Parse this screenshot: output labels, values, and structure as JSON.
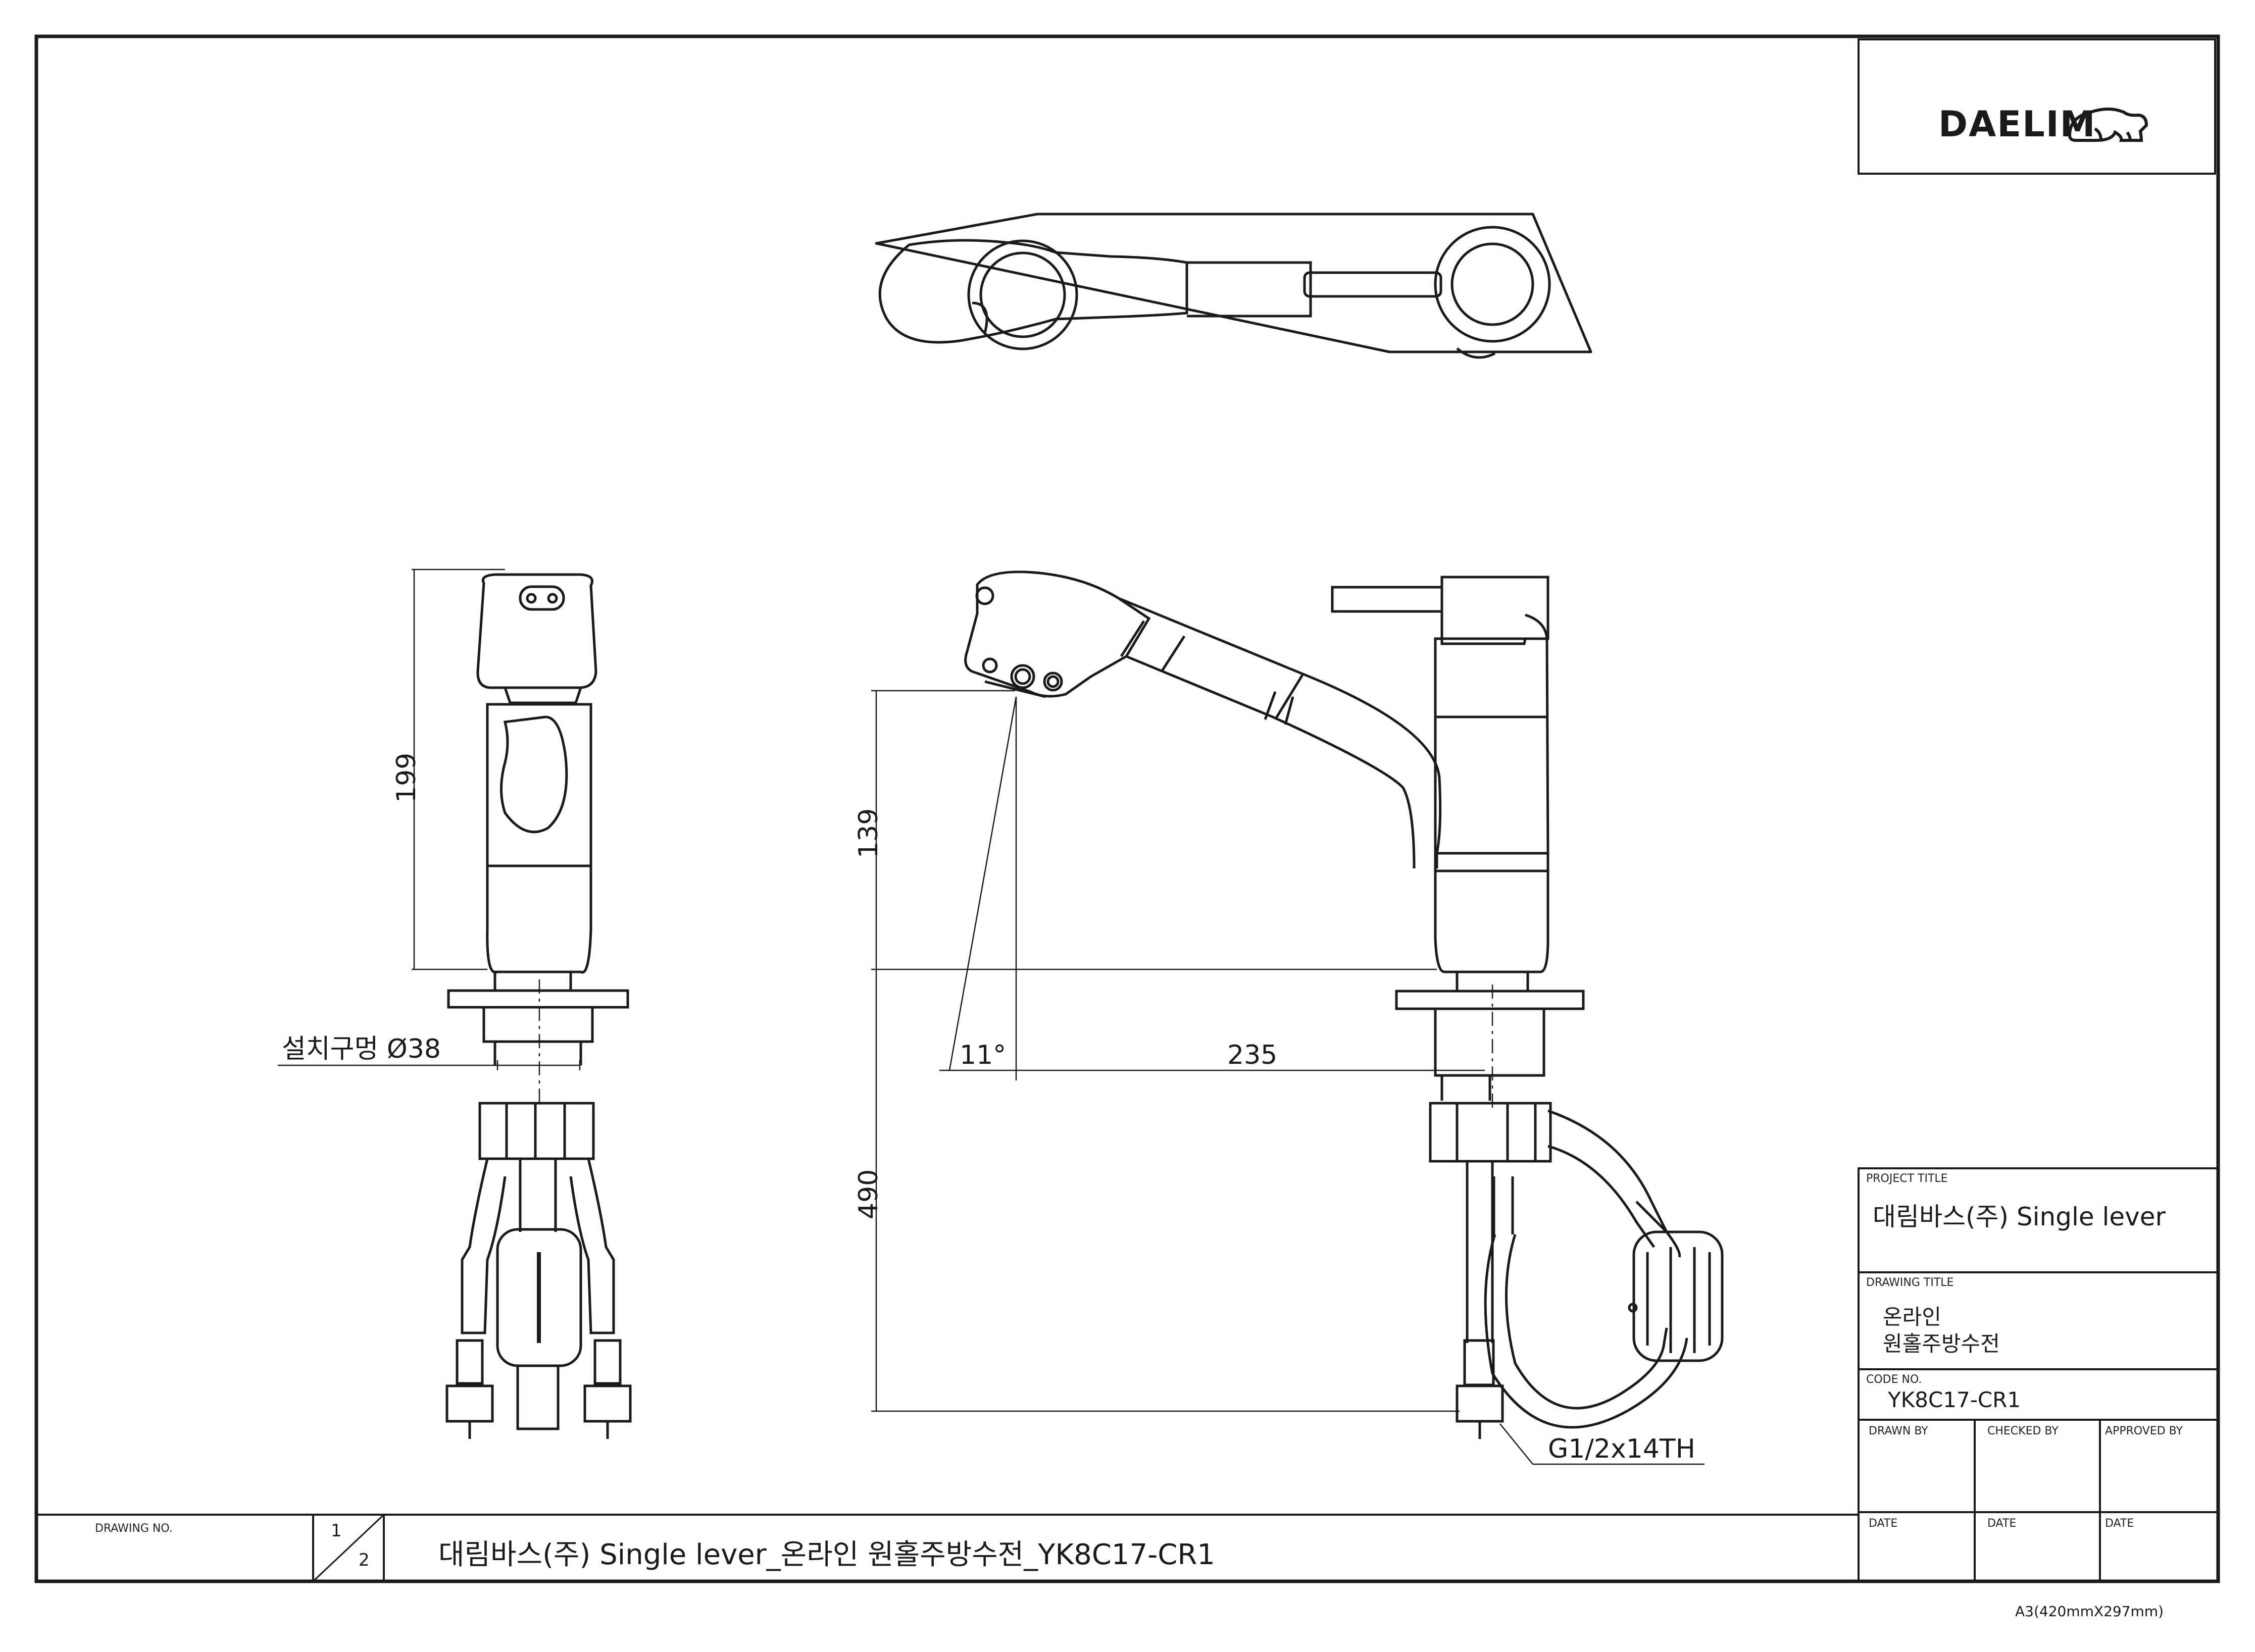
{
  "logo": {
    "text": "DAELIM"
  },
  "dimensions": {
    "front_height": "199",
    "install_hole": "설치구멍 Ø38",
    "spout_height": "139",
    "body_height": "490",
    "spout_reach": "235",
    "angle": "11°",
    "thread": "G1/2x14TH"
  },
  "title_block": {
    "project_title_label": "PROJECT TITLE",
    "project_title": "대림바스(주) Single lever",
    "drawing_title_label": "DRAWING TITLE",
    "drawing_title_line1": "온라인",
    "drawing_title_line2": "원홀주방수전",
    "code_no_label": "CODE NO.",
    "code_no": "YK8C17-CR1",
    "drawn_by_label": "DRAWN BY",
    "checked_by_label": "CHECKED BY",
    "approved_by_label": "APPROVED BY",
    "date_label": "DATE"
  },
  "bottom_bar": {
    "drawing_no_label": "DRAWING NO.",
    "sheet_num": "1",
    "sheet_total": "2",
    "full_title": "대림바스(주) Single lever_온라인 원홀주방수전_YK8C17-CR1"
  },
  "paper_size": "A3(420mmX297mm)"
}
